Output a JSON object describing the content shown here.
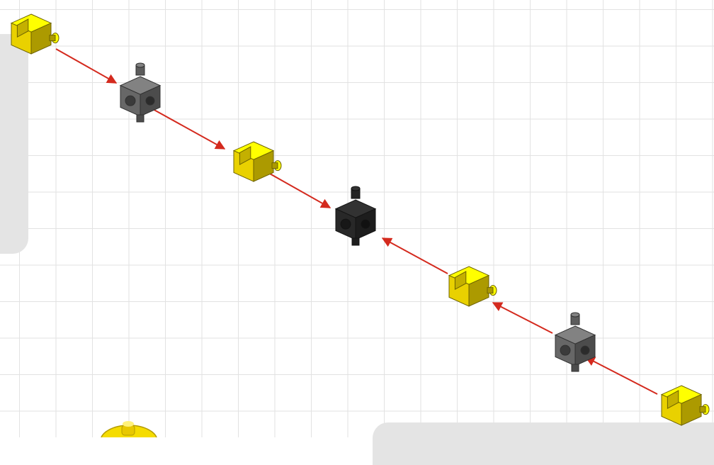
{
  "scene": {
    "background": "#ffffff",
    "grid_color": "#e2e2e2",
    "arrow_color": "#d42a1e"
  },
  "blocks": [
    {
      "id": "block-1",
      "color": "yellow",
      "hex": "#f5dc00",
      "type": "hinge-block"
    },
    {
      "id": "block-2",
      "color": "grey",
      "hex": "#6c6c6c",
      "type": "stud-cube"
    },
    {
      "id": "block-3",
      "color": "yellow",
      "hex": "#f5dc00",
      "type": "hinge-block"
    },
    {
      "id": "block-4",
      "color": "black",
      "hex": "#2a2a2a",
      "type": "stud-cube"
    },
    {
      "id": "block-5",
      "color": "yellow",
      "hex": "#f5dc00",
      "type": "hinge-block"
    },
    {
      "id": "block-6",
      "color": "grey",
      "hex": "#6c6c6c",
      "type": "stud-cube"
    },
    {
      "id": "block-7",
      "color": "yellow",
      "hex": "#f5dc00",
      "type": "hinge-block"
    }
  ],
  "connections": [
    {
      "from": "block-1",
      "to": "block-2"
    },
    {
      "from": "block-2",
      "to": "block-3"
    },
    {
      "from": "block-3",
      "to": "block-4"
    },
    {
      "from": "block-5",
      "to": "block-4"
    },
    {
      "from": "block-6",
      "to": "block-5"
    },
    {
      "from": "block-7",
      "to": "block-6"
    }
  ]
}
